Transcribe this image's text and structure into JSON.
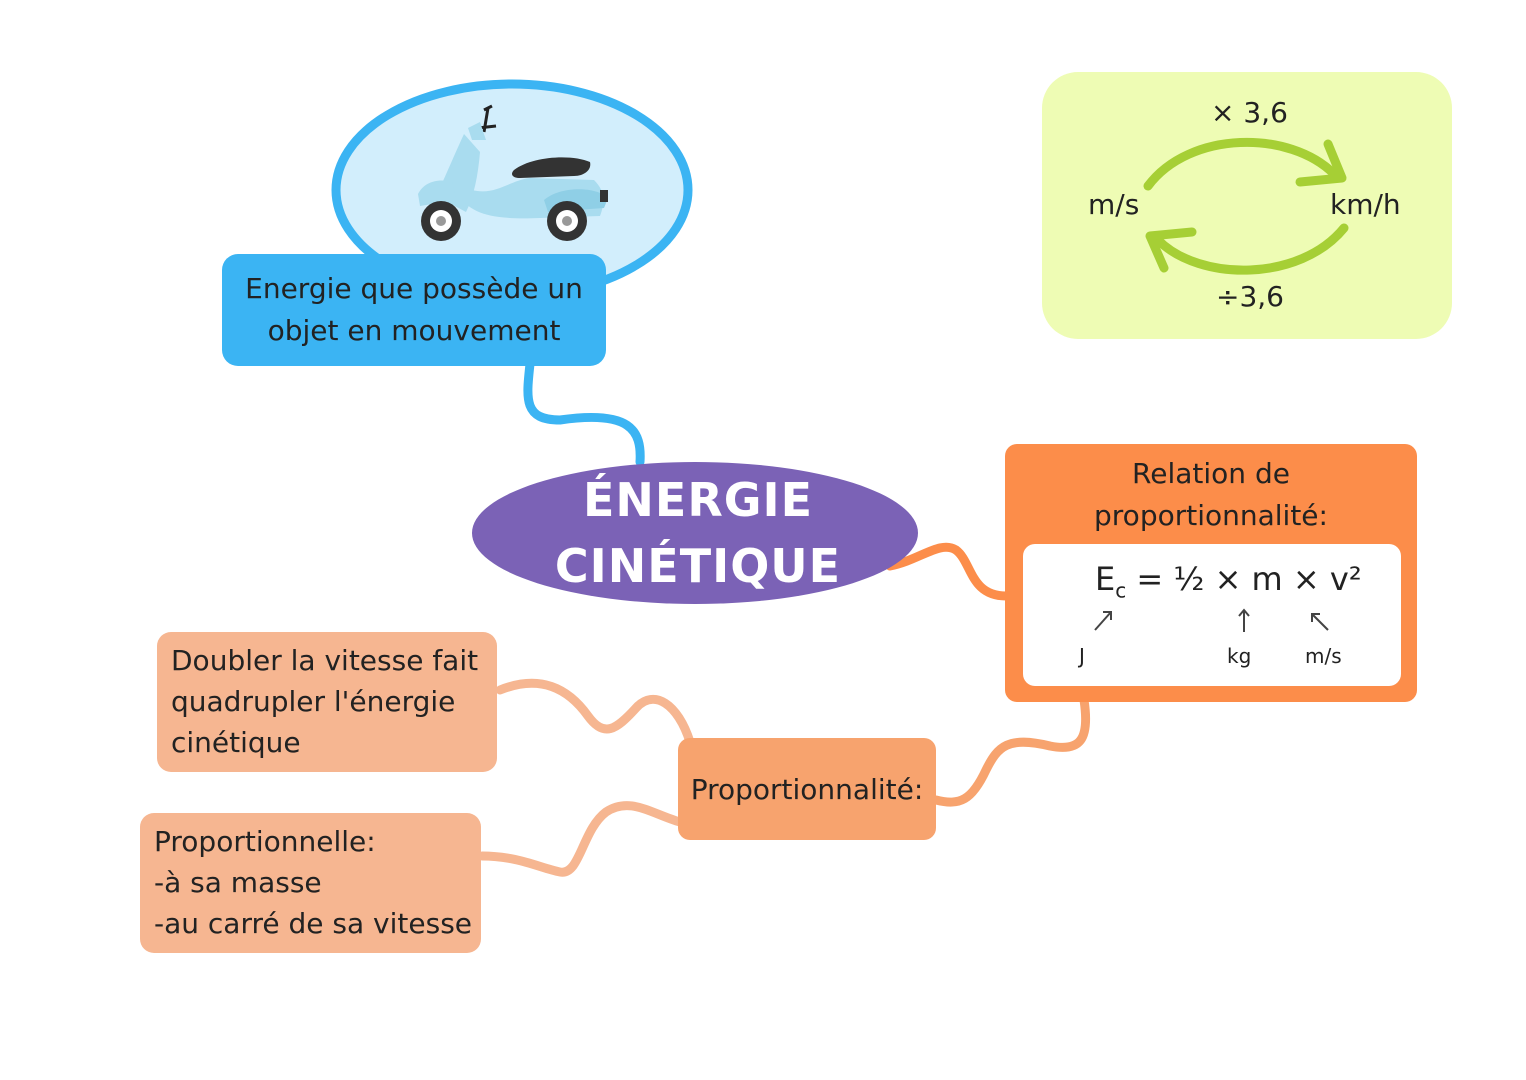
{
  "center": {
    "line1": "ÉNERGIE",
    "line2": "CINÉTIQUE"
  },
  "definition": {
    "line1": "Energie que possède un",
    "line2": "objet en mouvement"
  },
  "conversion": {
    "left_unit": "m/s",
    "right_unit": "km/h",
    "multiply": "× 3,6",
    "divide": "÷3,6"
  },
  "relation": {
    "title_line1": "Relation de",
    "title_line2": "proportionnalité:",
    "formula_base": "E",
    "formula_sub": "c",
    "formula_rest": " = ½ × m × v²",
    "unit_energy": "J",
    "unit_mass": "kg",
    "unit_speed": "m/s"
  },
  "proportionality": {
    "hub_label": "Proportionnalité:",
    "double_line1": "Doubler la vitesse fait",
    "double_line2": "quadrupler l'énergie",
    "double_line3": "cinétique",
    "mass_line1": "Proportionnelle:",
    "mass_line2": "-à sa masse",
    "mass_line3": "-au carré de sa vitesse"
  },
  "colors": {
    "center": "#7b62b6",
    "definition": "#3bb4f3",
    "bubble_fill": "#d2eefc",
    "conversion_bg": "#eefcb4",
    "conversion_arrow": "#a6cf35",
    "relation": "#fc8d4a",
    "hub": "#f7a36e",
    "leaf": "#f6b691"
  },
  "icons": [
    "scooter-icon",
    "convert-arrow-icon",
    "small-arrow-icon"
  ]
}
